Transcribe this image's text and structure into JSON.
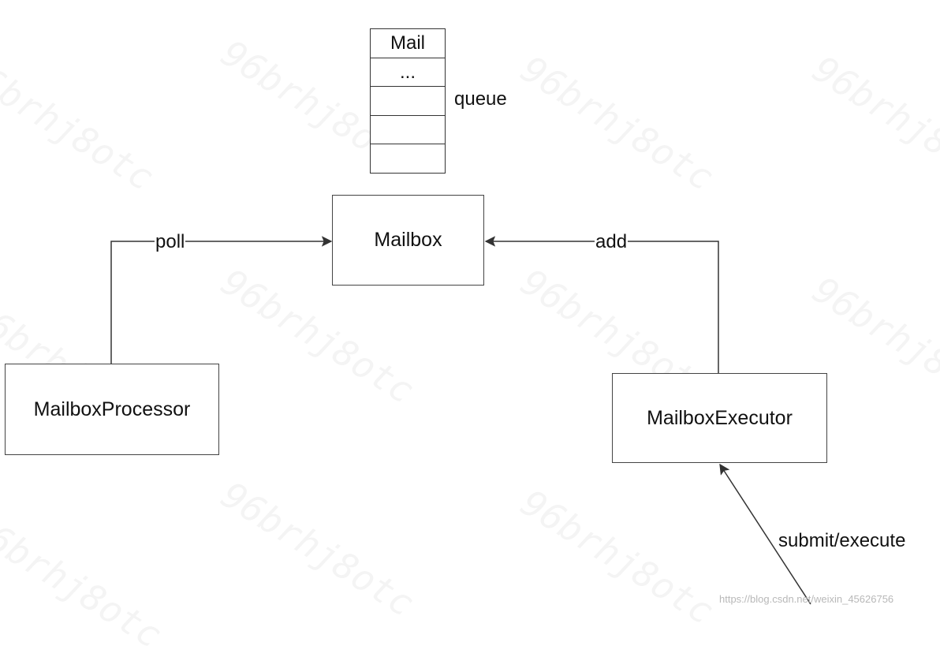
{
  "watermark": "96brhj8otc",
  "queue": {
    "label": "queue",
    "cells": [
      "Mail",
      "...",
      "",
      "",
      ""
    ]
  },
  "nodes": {
    "mailbox": "Mailbox",
    "processor": "MailboxProcessor",
    "executor": "MailboxExecutor"
  },
  "edges": {
    "poll": "poll",
    "add": "add",
    "submit": "submit/execute"
  },
  "credit": "https://blog.csdn.net/weixin_45626756",
  "colors": {
    "line": "#333333",
    "box_border": "#444444",
    "text": "#111111"
  }
}
